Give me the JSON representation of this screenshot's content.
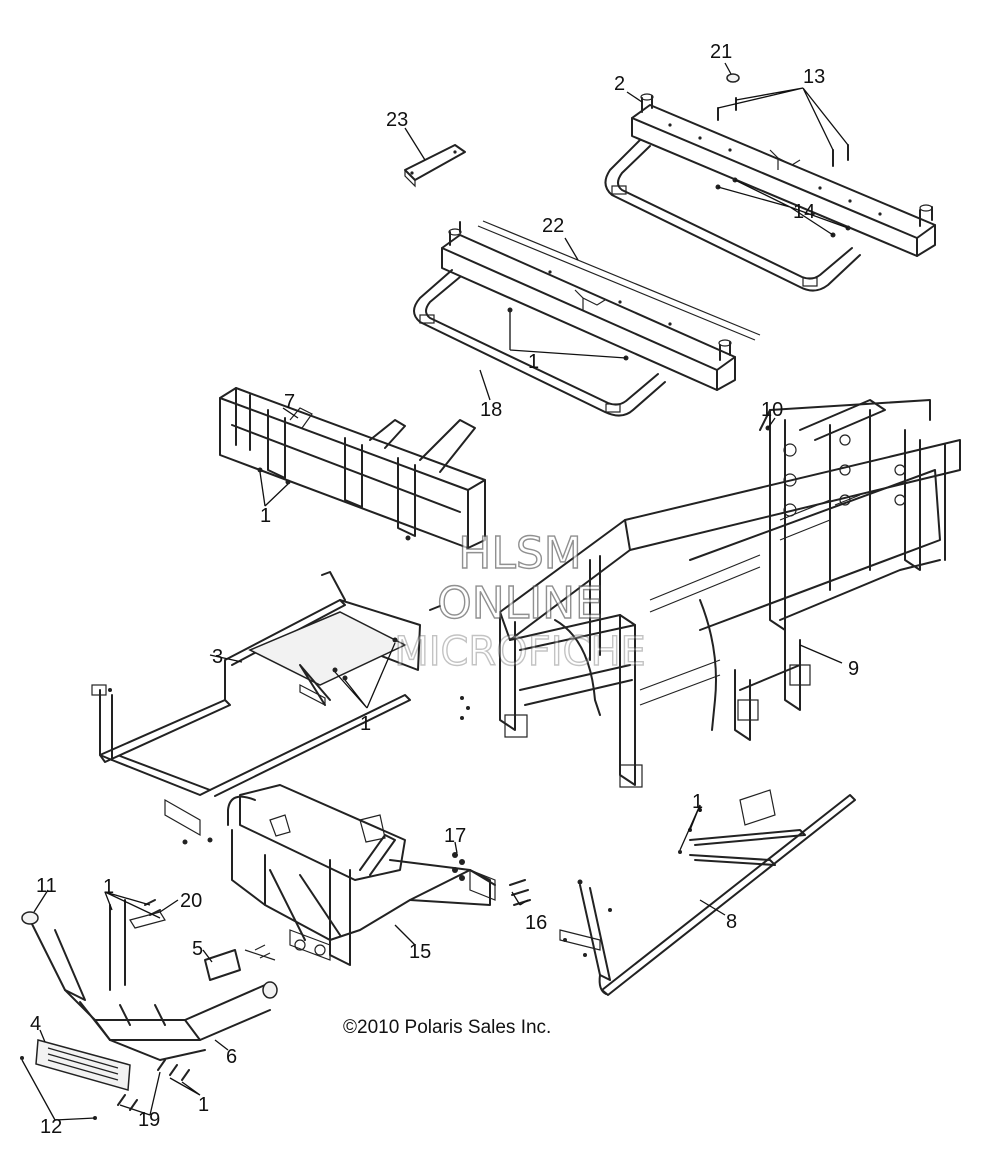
{
  "diagram": {
    "copyright": "©2010 Polaris Sales Inc.",
    "watermark": [
      "HLSM",
      "ONLINE",
      "MICROFICHE"
    ],
    "callouts": [
      "21",
      "2",
      "13",
      "23",
      "22",
      "14",
      "1",
      "18",
      "7",
      "10",
      "1",
      "9",
      "3",
      "1",
      "1",
      "17",
      "11",
      "20",
      "5",
      "16",
      "8",
      "15",
      "4",
      "6",
      "12",
      "19",
      "1"
    ]
  }
}
